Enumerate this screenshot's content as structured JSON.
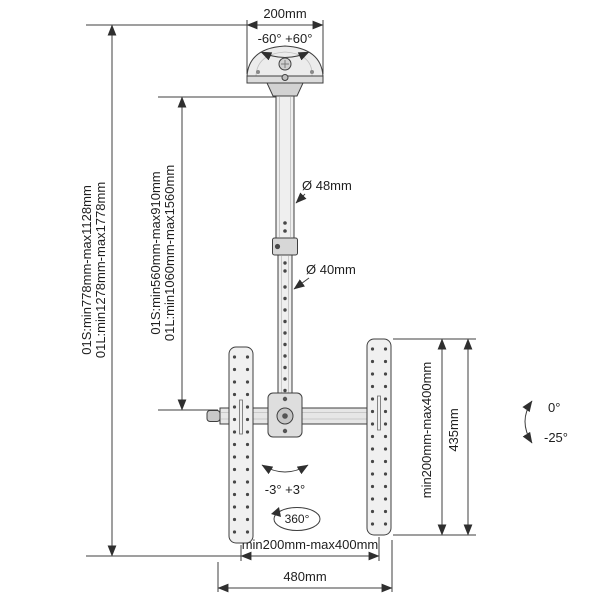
{
  "colors": {
    "line": "#3f3f3f",
    "fill_light": "#efefef",
    "fill_mid": "#d8d8d8",
    "background": "#ffffff",
    "text": "#1e1e1e"
  },
  "top": {
    "plate_width": "200mm",
    "swivel_range": "-60° +60°"
  },
  "pole": {
    "upper_diameter": "Ø 48mm",
    "lower_diameter": "Ø 40mm"
  },
  "left": {
    "overall_01s": "01S:min778mm-max1128mm",
    "overall_01l": "01L:min1278mm-max1778mm",
    "pole_01s": "01S:min560mm-max910mm",
    "pole_01l": "01L:min1060mm-max1560mm"
  },
  "right": {
    "vesa_height": "min200mm-max400mm",
    "bracket_height": "435mm",
    "tilt_zero": "0°",
    "tilt_down": "-25°"
  },
  "bottom": {
    "level_range": "-3° +3°",
    "rotation": "360°",
    "vesa_width": "min200mm-max400mm",
    "overall_width": "480mm"
  }
}
